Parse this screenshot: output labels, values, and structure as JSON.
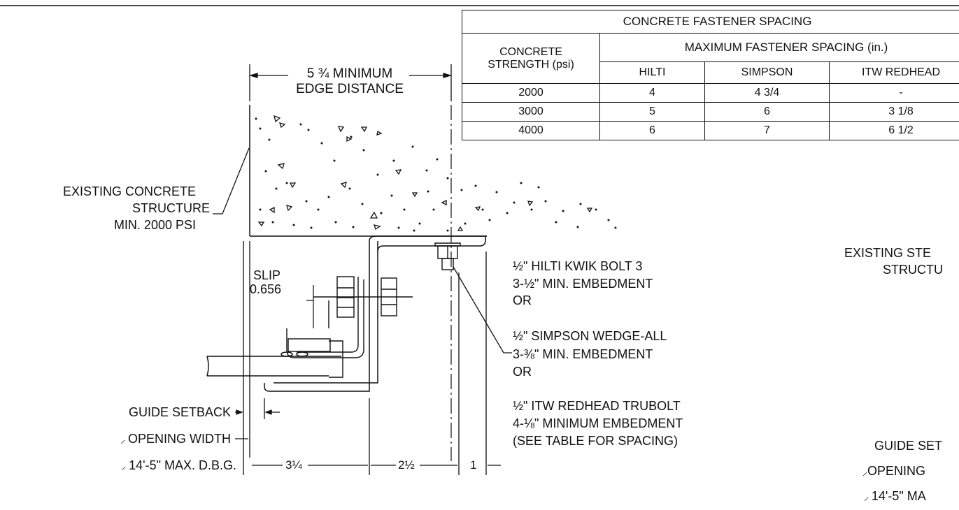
{
  "table": {
    "title": "CONCRETE FASTENER SPACING",
    "strength_header_line1": "CONCRETE",
    "strength_header_line2": "STRENGTH (psi)",
    "spacing_header": "MAXIMUM FASTENER SPACING (in.)",
    "columns": [
      "HILTI",
      "SIMPSON",
      "ITW REDHEAD"
    ],
    "rows": [
      {
        "strength": "2000",
        "hilti": "4",
        "simpson": "4 3/4",
        "redhead": "-"
      },
      {
        "strength": "3000",
        "hilti": "5",
        "simpson": "6",
        "redhead": "3 1/8"
      },
      {
        "strength": "4000",
        "hilti": "6",
        "simpson": "7",
        "redhead": "6 1/2"
      }
    ]
  },
  "edge_distance": {
    "line1": "5 ¾ MINIMUM",
    "line2": "EDGE DISTANCE"
  },
  "existing_concrete": {
    "line1": "EXISTING CONCRETE",
    "line2": "STRUCTURE",
    "line3": "MIN. 2000 PSI"
  },
  "slip": {
    "label": "SLIP",
    "value": "0.656"
  },
  "fastener_notes": [
    "½\" HILTI KWIK BOLT 3",
    "3-½\" MIN. EMBEDMENT",
    "OR",
    "½\" SIMPSON WEDGE-ALL",
    "3-⅜\" MIN. EMBEDMENT",
    "OR",
    "½\" ITW REDHEAD TRUBOLT",
    "4-⅛\" MINIMUM EMBEDMENT",
    "(SEE TABLE FOR SPACING)"
  ],
  "left_labels": {
    "guide_setback": "GUIDE SETBACK",
    "opening_width": "OPENING WIDTH",
    "max_dbg": "14'-5\" MAX. D.B.G."
  },
  "dimensions": {
    "d1": "3¼",
    "d2": "2½",
    "d3": "1"
  },
  "right_cut": {
    "existing_steel_1": "EXISTING STE",
    "existing_steel_2": "STRUCTU",
    "guide_set": "GUIDE SET",
    "opening": "OPENING",
    "max": "14'-5\" MA"
  }
}
